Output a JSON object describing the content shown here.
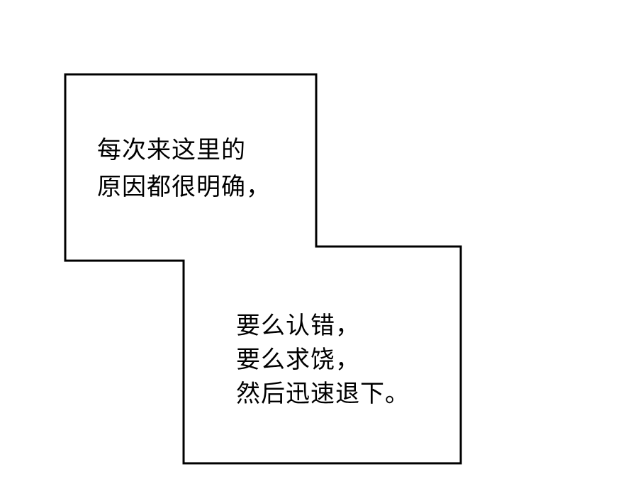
{
  "colors": {
    "background": "#ffffff",
    "border": "#000000",
    "text": "#000000"
  },
  "caption_box_1": {
    "lines": [
      "每次来这里的",
      "原因都很明确，"
    ]
  },
  "caption_box_2": {
    "lines": [
      "要么认错，",
      "要么求饶，",
      "然后迅速退下。"
    ]
  }
}
